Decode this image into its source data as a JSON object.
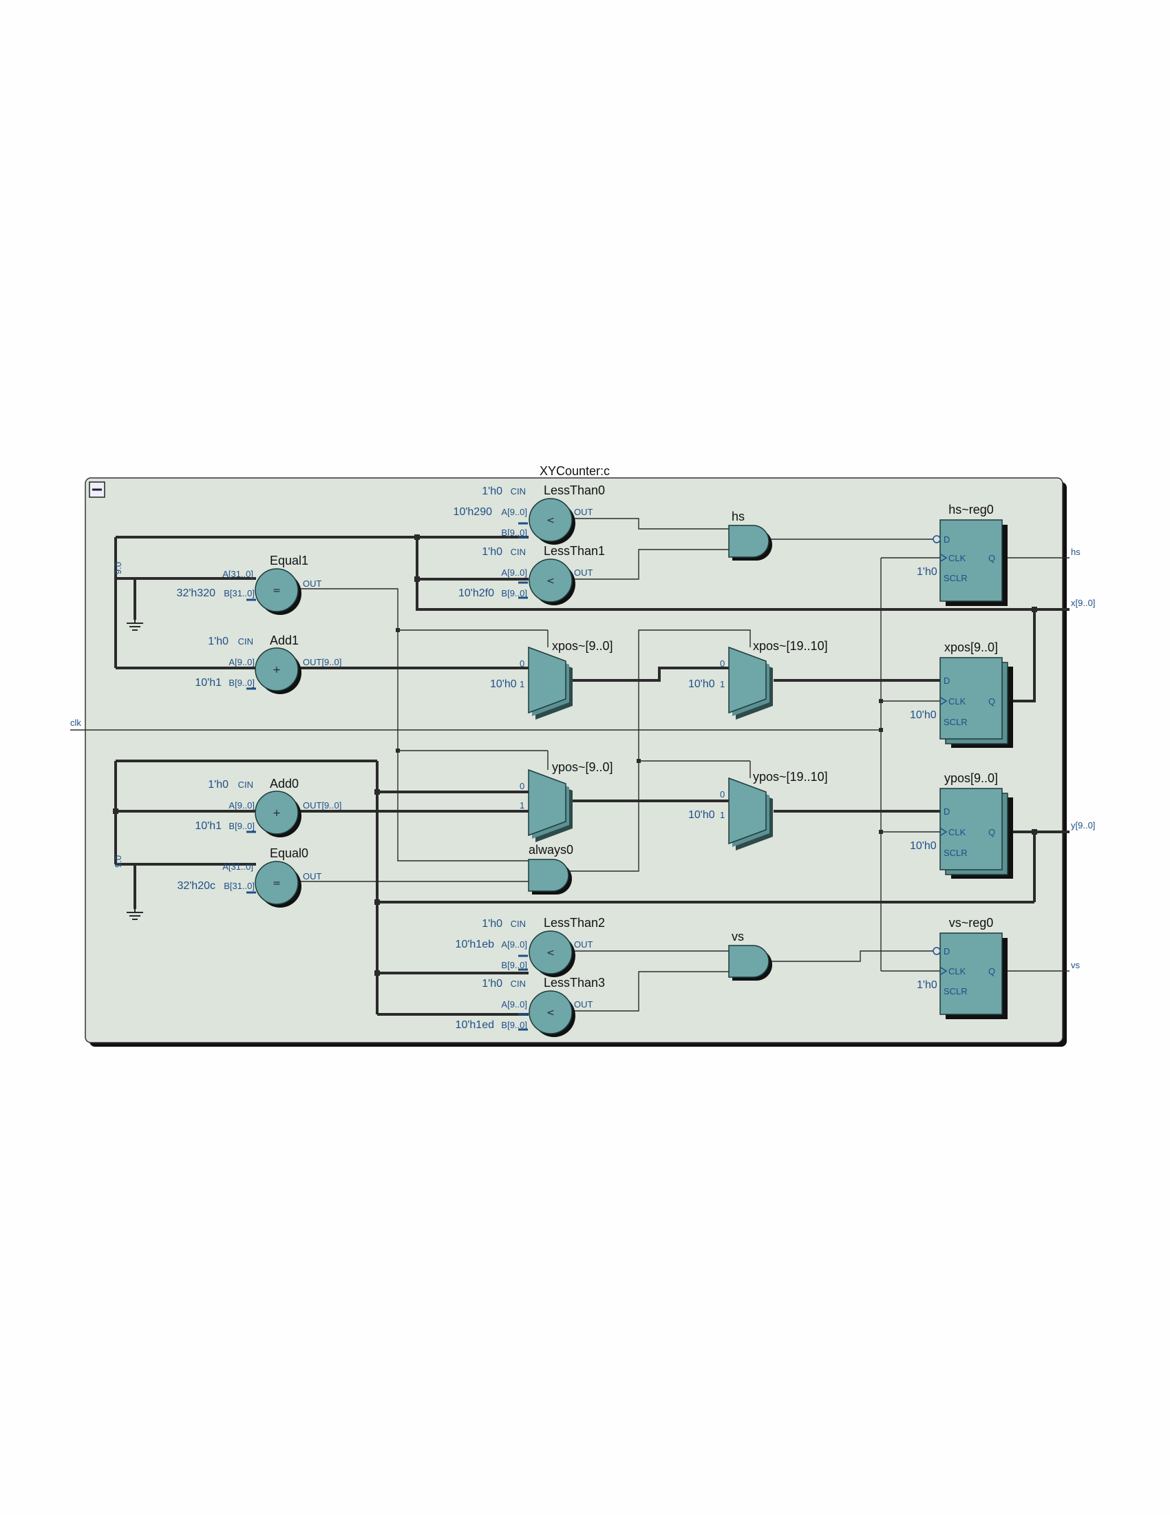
{
  "module": {
    "title": "XYCounter:c",
    "collapse_icon": "minus-box-icon"
  },
  "ports": {
    "clk": "clk",
    "hs": "hs",
    "x": "x[9..0]",
    "y": "y[9..0]",
    "vs": "vs"
  },
  "bus_labels": {
    "top": "9:0",
    "bottom": "9:0"
  },
  "comparators": {
    "lt0": {
      "name": "LessThan0",
      "cin_val": "1'h0",
      "a_val": "10'h290",
      "sym": "<"
    },
    "lt1": {
      "name": "LessThan1",
      "cin_val": "1'h0",
      "b_val": "10'h2f0",
      "sym": "<"
    },
    "lt2": {
      "name": "LessThan2",
      "cin_val": "1'h0",
      "a_val": "10'h1eb",
      "sym": "<"
    },
    "lt3": {
      "name": "LessThan3",
      "cin_val": "1'h0",
      "b_val": "10'h1ed",
      "sym": "<"
    },
    "eq1": {
      "name": "Equal1",
      "b_val": "32'h320",
      "sym": "="
    },
    "eq0": {
      "name": "Equal0",
      "b_val": "32'h20c",
      "sym": "="
    },
    "add1": {
      "name": "Add1",
      "cin_val": "1'h0",
      "b_val": "10'h1",
      "sym": "+"
    },
    "add0": {
      "name": "Add0",
      "cin_val": "1'h0",
      "b_val": "10'h1",
      "sym": "+"
    }
  },
  "pins": {
    "cin": "CIN",
    "a9": "A[9..0]",
    "b9": "B[9..0]",
    "a31": "A[31..0]",
    "b31": "B[31..0]",
    "out": "OUT",
    "out9": "OUT[9..0]",
    "d": "D",
    "clk": "CLK",
    "sclr": "SCLR",
    "q": "Q",
    "zero": "0",
    "one": "1"
  },
  "gates": {
    "hs": "hs",
    "vs": "vs",
    "always0": "always0"
  },
  "muxes": {
    "xpos_lo": {
      "name": "xpos~[9..0]",
      "in1": "10'h0"
    },
    "xpos_hi": {
      "name": "xpos~[19..10]",
      "in1": "10'h0"
    },
    "ypos_lo": {
      "name": "ypos~[9..0]"
    },
    "ypos_hi": {
      "name": "ypos~[19..10]",
      "in1": "10'h0"
    }
  },
  "registers": {
    "hs_reg": {
      "name": "hs~reg0",
      "sclr_val": "1'h0"
    },
    "xpos": {
      "name": "xpos[9..0]",
      "sclr_val": "10'h0"
    },
    "ypos": {
      "name": "ypos[9..0]",
      "sclr_val": "10'h0"
    },
    "vs_reg": {
      "name": "vs~reg0",
      "sclr_val": "1'h0"
    }
  }
}
